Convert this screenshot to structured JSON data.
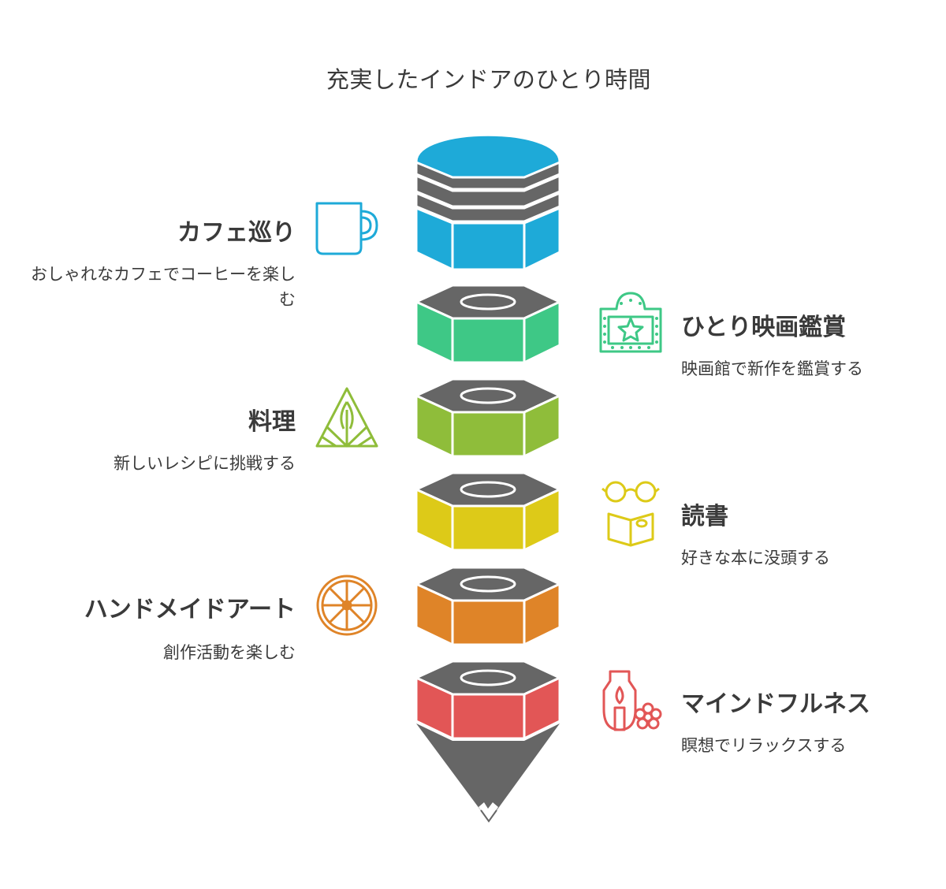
{
  "title": "充実したインドアのひとり時間",
  "colors": {
    "blue": "#1eaad8",
    "green": "#3ec886",
    "lime": "#8fbd3a",
    "yellow": "#ddca18",
    "orange": "#df8428",
    "red": "#e25656",
    "gray": "#666666"
  },
  "items": [
    {
      "name": "cafe",
      "label": "カフェ巡り",
      "desc": "おしゃれなカフェでコーヒーを楽しむ",
      "icon": "coffee-mug-icon"
    },
    {
      "name": "movie",
      "label": "ひとり映画鑑賞",
      "desc": "映画館で新作を鑑賞する",
      "icon": "theater-star-icon"
    },
    {
      "name": "cooking",
      "label": "料理",
      "desc": "新しいレシピに挑戦する",
      "icon": "rice-ball-icon"
    },
    {
      "name": "reading",
      "label": "読書",
      "desc": "好きな本に没頭する",
      "icon": "glasses-book-icon"
    },
    {
      "name": "handmade",
      "label": "ハンドメイドアート",
      "desc": "創作活動を楽しむ",
      "icon": "citrus-wheel-icon"
    },
    {
      "name": "mindfulness",
      "label": "マインドフルネス",
      "desc": "瞑想でリラックスする",
      "icon": "aroma-diffuser-icon"
    }
  ]
}
